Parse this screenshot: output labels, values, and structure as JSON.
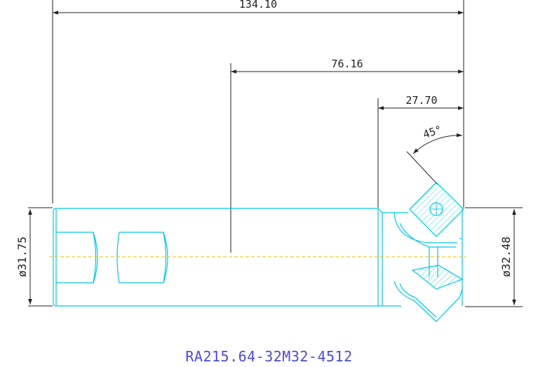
{
  "drawing": {
    "part_number": "RA215.64-32M32-4512",
    "dimensions": {
      "overall_length": "134.10",
      "gauge_length": "76.16",
      "head_length": "27.70",
      "lead_angle": "45°",
      "shank_diameter": "ø31.75",
      "cutting_diameter": "ø32.48"
    },
    "colors": {
      "part_outline": "#00c8e6",
      "dimension_lines": "#222222",
      "centerline": "#e6c200",
      "label": "#4b4bd6"
    }
  }
}
